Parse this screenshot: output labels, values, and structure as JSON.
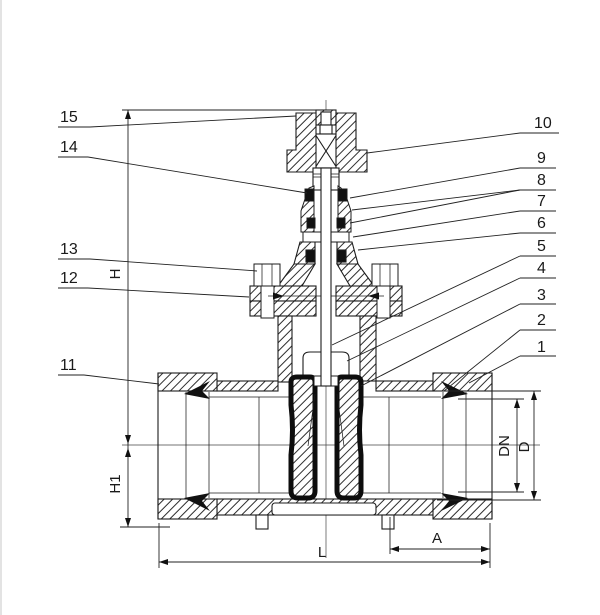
{
  "drawing": {
    "subject": "gate-valve-sectional-drawing",
    "ink_color": "#1c1c1c",
    "background_color": "#ffffff",
    "callouts": {
      "left": [
        "15",
        "14",
        "13",
        "12",
        "11"
      ],
      "right": [
        "10",
        "9",
        "8",
        "7",
        "6",
        "5",
        "4",
        "3",
        "2",
        "1"
      ]
    },
    "dimension_labels": {
      "height_upper": "H",
      "height_lower": "H1",
      "face_to_face": "L",
      "socket_depth": "A",
      "nominal_bore": "DN",
      "pipe_outer_diameter": "D"
    }
  }
}
